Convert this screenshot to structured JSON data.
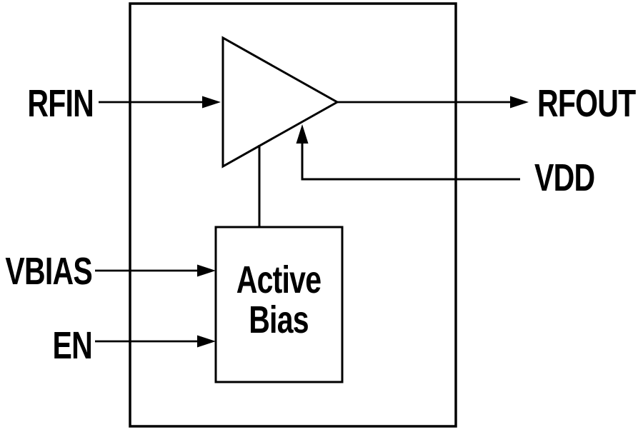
{
  "diagram": {
    "pins": {
      "rfin": "RFIN",
      "rfout": "RFOUT",
      "vdd": "VDD",
      "vbias": "VBIAS",
      "en": "EN"
    },
    "blocks": {
      "active_bias": {
        "label_line1": "Active",
        "label_line2": "Bias"
      },
      "amplifier": "amplifier-triangle"
    },
    "icons": {
      "amplifier": "right-pointing-triangle",
      "arrows": "filled-arrowheads"
    },
    "colors": {
      "line": "#000000",
      "background": "#ffffff",
      "text": "#000000"
    }
  }
}
